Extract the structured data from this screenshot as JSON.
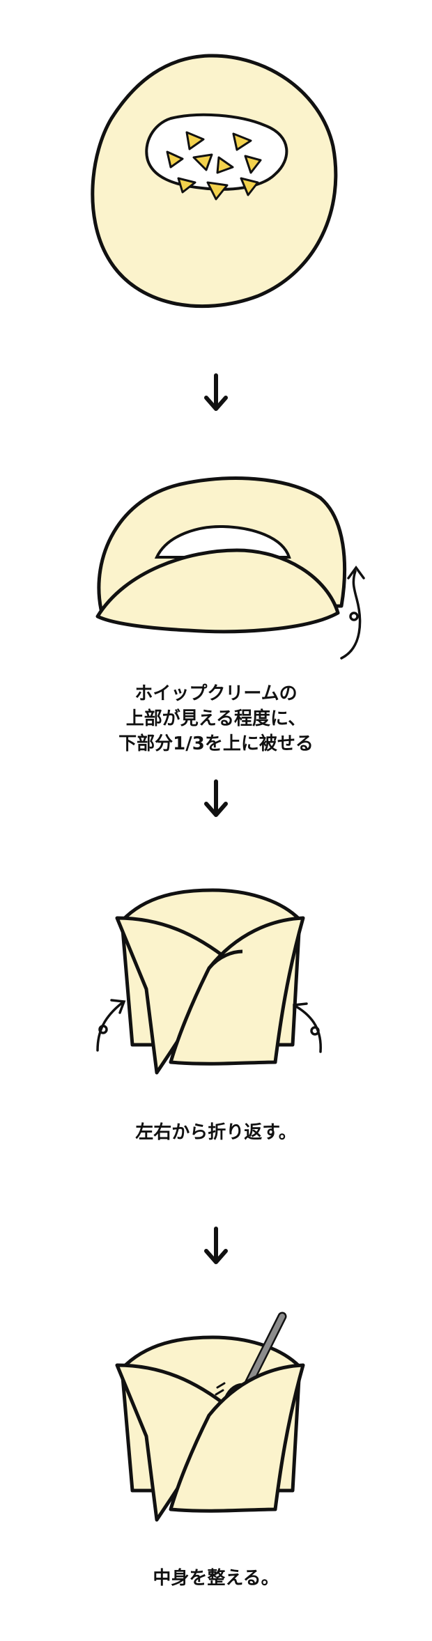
{
  "colors": {
    "crepe_fill": "#fbf3cc",
    "outline": "#111111",
    "cream": "#ffffff",
    "fruit_fill": "#f3d24d",
    "spoon": "#8c8c8c",
    "background": "#ffffff"
  },
  "icons": {
    "down_arrow": "down-arrow-icon",
    "curl_arrow": "curl-arrow-icon"
  },
  "steps": [
    {
      "caption_lines": []
    },
    {
      "caption_lines": [
        "ホイップクリームの",
        "上部が見える程度に、",
        "下部分1/3を上に被せる"
      ]
    },
    {
      "caption_lines": [
        "左右から折り返す。"
      ]
    },
    {
      "caption_lines": [
        "中身を整える。"
      ]
    }
  ]
}
